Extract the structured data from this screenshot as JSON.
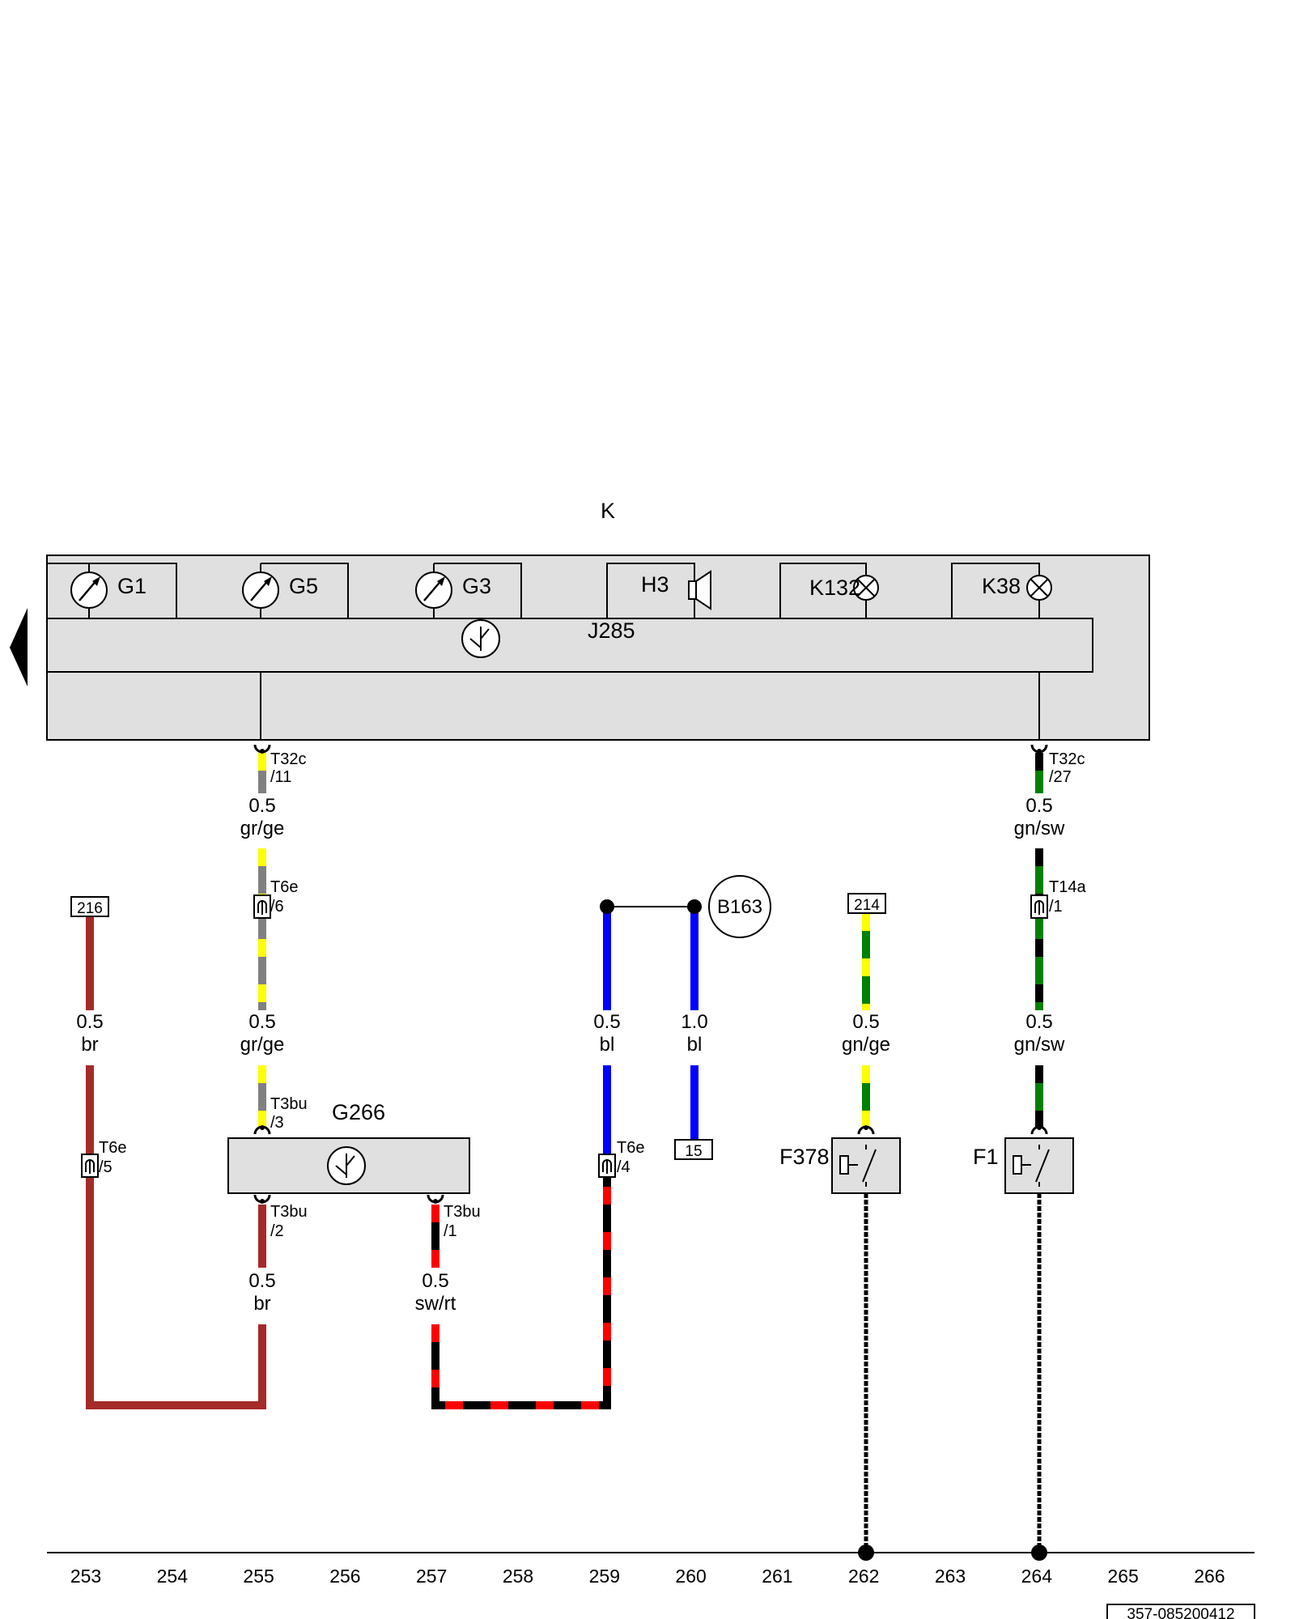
{
  "title": "K",
  "doc_id": "357-085200412",
  "components": {
    "G1": "G1",
    "G5": "G5",
    "G3": "G3",
    "H3": "H3",
    "K132": "K132",
    "K38": "K38",
    "J285": "J285",
    "G266": "G266",
    "F378": "F378",
    "F1": "F1",
    "B163": "B163"
  },
  "terminals": {
    "t216": "216",
    "t214": "214",
    "t15": "15"
  },
  "pins": {
    "T32c_11": [
      "T32c",
      "/11"
    ],
    "T32c_27": [
      "T32c",
      "/27"
    ],
    "T6e_6": [
      "T6e",
      "/6"
    ],
    "T6e_5": [
      "T6e",
      "/5"
    ],
    "T6e_4": [
      "T6e",
      "/4"
    ],
    "T14a_1": [
      "T14a",
      "/1"
    ],
    "T3bu_3": [
      "T3bu",
      "/3"
    ],
    "T3bu_2": [
      "T3bu",
      "/2"
    ],
    "T3bu_1": [
      "T3bu",
      "/1"
    ]
  },
  "wires": [
    {
      "size": "0.5",
      "color": "gr/ge"
    },
    {
      "size": "0.5",
      "color": "gn/sw"
    },
    {
      "size": "0.5",
      "color": "br"
    },
    {
      "size": "0.5",
      "color": "gr/ge"
    },
    {
      "size": "0.5",
      "color": "bl"
    },
    {
      "size": "1.0",
      "color": "bl"
    },
    {
      "size": "0.5",
      "color": "gn/ge"
    },
    {
      "size": "0.5",
      "color": "gn/sw"
    },
    {
      "size": "0.5",
      "color": "br"
    },
    {
      "size": "0.5",
      "color": "sw/rt"
    }
  ],
  "ruler": [
    "253",
    "254",
    "255",
    "256",
    "257",
    "258",
    "259",
    "260",
    "261",
    "262",
    "263",
    "264",
    "265",
    "266"
  ],
  "colors": {
    "brown": "#a52a2a",
    "grey": "#808080",
    "yellow": "#ffff00",
    "green": "#008000",
    "black": "#000000",
    "blue": "#0000ff",
    "red": "#ff0000",
    "box": "#e0e0e0"
  }
}
